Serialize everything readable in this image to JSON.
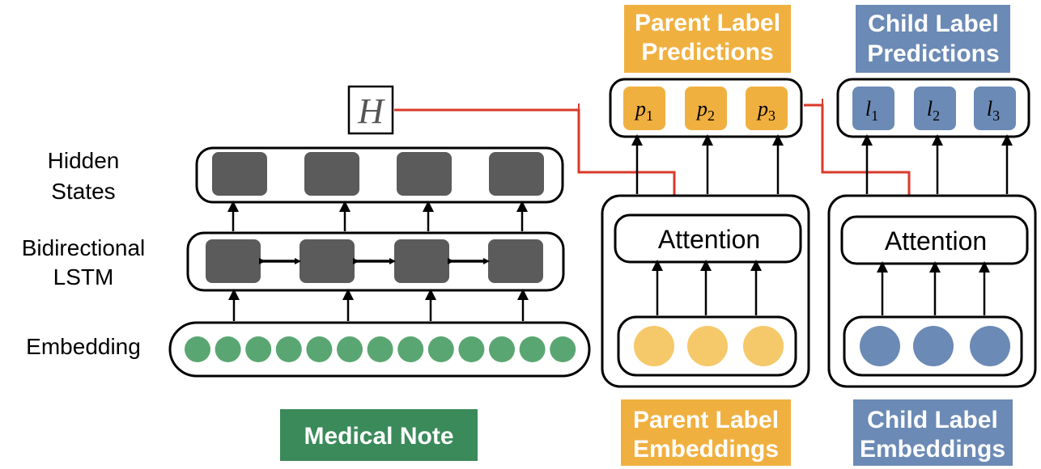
{
  "left_labels": {
    "hidden_line1": "Hidden",
    "hidden_line2": "States",
    "lstm_line1": "Bidirectional",
    "lstm_line2": "LSTM",
    "embedding": "Embedding"
  },
  "H_symbol": "H",
  "medical_note": "Medical Note",
  "parent": {
    "pred_line1": "Parent Label",
    "pred_line2": "Predictions",
    "emb_line1": "Parent Label",
    "emb_line2": "Embeddings",
    "attention": "Attention",
    "outputs": [
      {
        "var": "p",
        "sub": "1"
      },
      {
        "var": "p",
        "sub": "2"
      },
      {
        "var": "p",
        "sub": "3"
      }
    ]
  },
  "child": {
    "pred_line1": "Child Label",
    "pred_line2": "Predictions",
    "emb_line1": "Child Label",
    "emb_line2": "Embeddings",
    "attention": "Attention",
    "outputs": [
      {
        "var": "l",
        "sub": "1"
      },
      {
        "var": "l",
        "sub": "2"
      },
      {
        "var": "l",
        "sub": "3"
      }
    ]
  },
  "colors": {
    "green": "#3a8a5a",
    "green_dot": "#5aa672",
    "orange": "#f0b040",
    "orange_dot": "#f5c86a",
    "blue": "#6b8ab5",
    "blue_dot": "#6b8ab5",
    "dark": "#5b5b5b",
    "red": "#d93a2a"
  }
}
